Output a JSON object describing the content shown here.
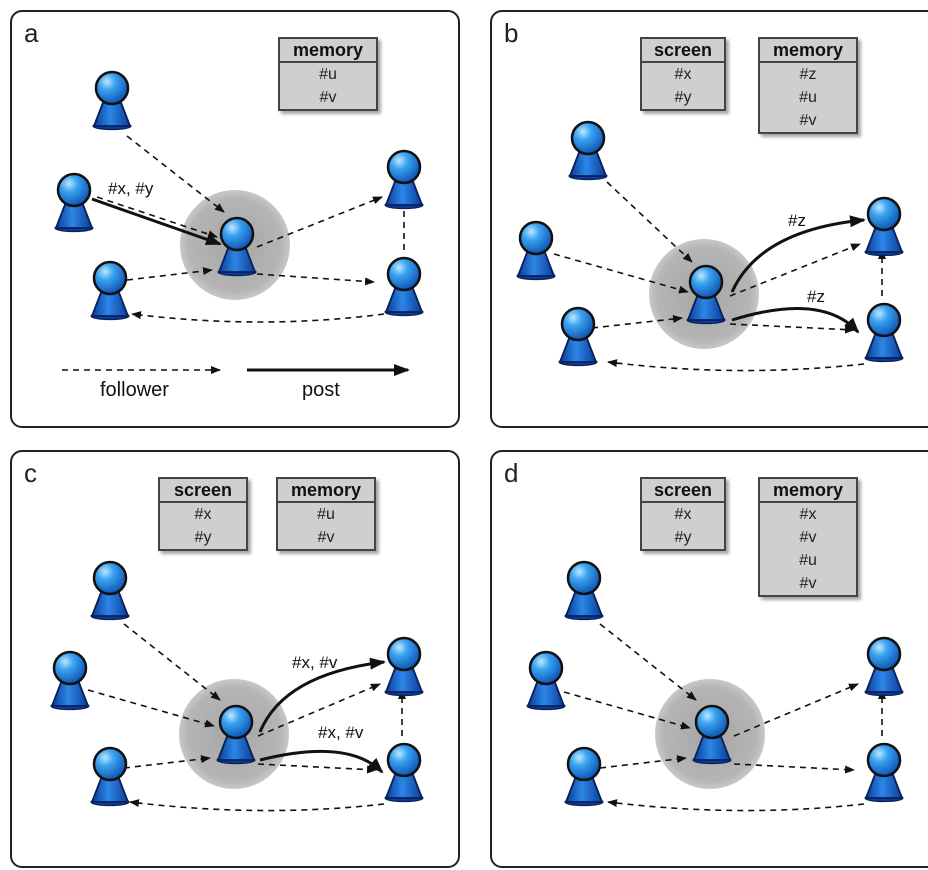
{
  "colors": {
    "person": "#1e6fd9",
    "halo": "#9a9a9a",
    "table_bg": "#cfcfcf"
  },
  "panels": {
    "a": {
      "label": "a",
      "screen": null,
      "memory": {
        "header": "memory",
        "items": [
          "#u",
          "#v"
        ]
      },
      "post_labels": [
        "#x, #y"
      ],
      "legend": {
        "follower": "follower",
        "post": "post"
      }
    },
    "b": {
      "label": "b",
      "screen": {
        "header": "screen",
        "items": [
          "#x",
          "#y"
        ]
      },
      "memory": {
        "header": "memory",
        "items": [
          "#z",
          "#u",
          "#v"
        ]
      },
      "post_labels": [
        "#z",
        "#z"
      ]
    },
    "c": {
      "label": "c",
      "screen": {
        "header": "screen",
        "items": [
          "#x",
          "#y"
        ]
      },
      "memory": {
        "header": "memory",
        "items": [
          "#u",
          "#v"
        ]
      },
      "post_labels": [
        "#x, #v",
        "#x, #v"
      ]
    },
    "d": {
      "label": "d",
      "screen": {
        "header": "screen",
        "items": [
          "#x",
          "#y"
        ]
      },
      "memory": {
        "header": "memory",
        "items": [
          "#x",
          "#v",
          "#u",
          "#v"
        ]
      },
      "post_labels": []
    }
  }
}
